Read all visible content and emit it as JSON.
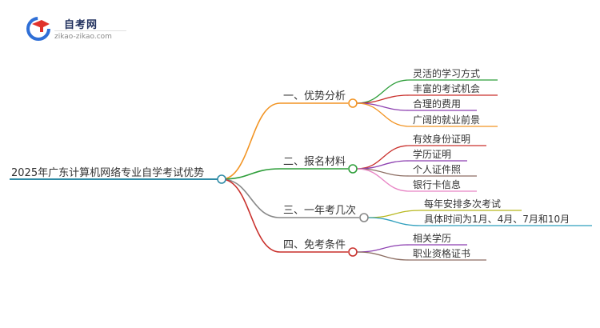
{
  "logo": {
    "title": "自考网",
    "subtitle": "zikao-zikao.com",
    "icon": "graduation-cap-icon"
  },
  "mindmap": {
    "root": {
      "label": "2025年广东计算机网络专业自学考试优势",
      "color": "#2f8ba6"
    },
    "branches": [
      {
        "label": "一、优势分析",
        "color": "#f29423",
        "children": [
          {
            "label": "灵活的学习方式",
            "color": "#2e9e3a"
          },
          {
            "label": "丰富的考试机会",
            "color": "#c9302c"
          },
          {
            "label": "合理的费用",
            "color": "#8c3fb0"
          },
          {
            "label": "广阔的就业前景",
            "color": "#f29423"
          }
        ]
      },
      {
        "label": "二、报名材料",
        "color": "#2e9e3a",
        "children": [
          {
            "label": "有效身份证明",
            "color": "#c9302c"
          },
          {
            "label": "学历证明",
            "color": "#8c3fb0"
          },
          {
            "label": "个人证件照",
            "color": "#8d6e63"
          },
          {
            "label": "银行卡信息",
            "color": "#e783c4"
          }
        ]
      },
      {
        "label": "三、一年考几次",
        "color": "#888888",
        "children": [
          {
            "label": "每年安排多次考试",
            "color": "#b8b81f"
          },
          {
            "label": "具体时间为1月、4月、7月和10月",
            "color": "#2f9fbd"
          }
        ]
      },
      {
        "label": "四、免考条件",
        "color": "#c9302c",
        "children": [
          {
            "label": "相关学历",
            "color": "#8c3fb0"
          },
          {
            "label": "职业资格证书",
            "color": "#8d6e63"
          }
        ]
      }
    ]
  }
}
